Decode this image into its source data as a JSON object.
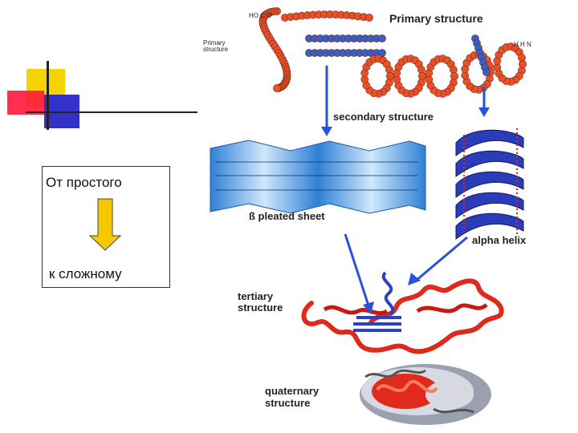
{
  "slide": {
    "box_line1": "От простого",
    "box_line2": "к сложному"
  },
  "diagram": {
    "primary_label": "Primary structure",
    "primary_small_label_1": "Primary",
    "primary_small_label_2": "structure",
    "secondary_label": "secondary structure",
    "pleated_label": "ß pleated sheet",
    "helix_label": "alpha helix",
    "tertiary_label_1": "tertiary",
    "tertiary_label_2": "structure",
    "quaternary_label_1": "quaternary",
    "quaternary_label_2": "structure",
    "cooh_label": "HO  C  O",
    "nh2_label": "H   H  N"
  },
  "colors": {
    "yellow_square": "#f5d400",
    "red_square": "#ff1a3a",
    "blue_square": "#3232c8",
    "arrow_fill": "#f6c800",
    "bead_red": "#e8502a",
    "bead_blue": "#3a5fc4",
    "sheet_blue": "#4aa0e6",
    "helix_blue": "#2a3cb8",
    "tertiary_red": "#e0281c",
    "pointer_blue": "#2a52d8"
  }
}
